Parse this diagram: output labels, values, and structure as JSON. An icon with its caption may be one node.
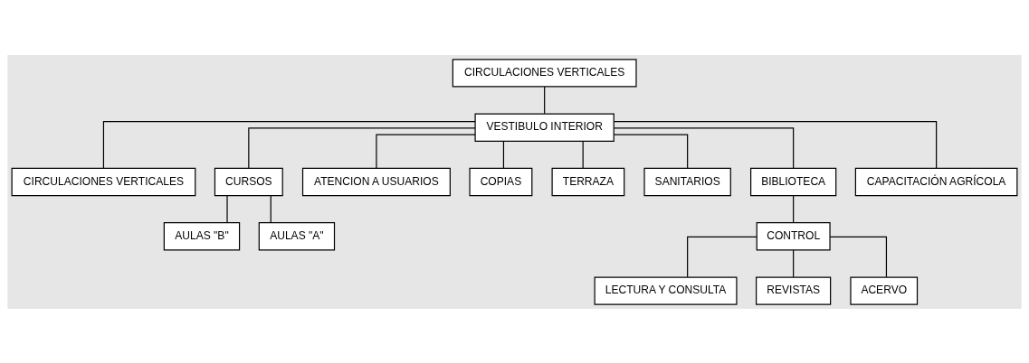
{
  "diagram": {
    "nodes": [
      {
        "text": [
          "CIRCULACIONES VERTICALES"
        ]
      },
      {
        "text": [
          "VESTIBULO INTERIOR"
        ]
      },
      {
        "text": [
          "CIRCULACIONES VERTICALES"
        ]
      },
      {
        "text": [
          "CURSOS"
        ]
      },
      {
        "text": [
          "ATENCION A USUARIOS"
        ]
      },
      {
        "text": [
          "COPIAS"
        ]
      },
      {
        "text": [
          "TERRAZA"
        ]
      },
      {
        "text": [
          "SANITARIOS"
        ]
      },
      {
        "text": [
          "BIBLIOTECA"
        ]
      },
      {
        "text": [
          "CAPACITACIÓN AGRÍCOLA"
        ]
      },
      {
        "text": [
          "AULAS \"B\""
        ]
      },
      {
        "text": [
          "AULAS \"A\""
        ]
      },
      {
        "text": [
          "CONTROL"
        ]
      },
      {
        "text": [
          "LECTURA Y CONSULTA"
        ]
      },
      {
        "text": [
          "REVISTAS"
        ]
      },
      {
        "text": [
          "ACERVO"
        ]
      }
    ],
    "edges": [
      {
        "from": 0,
        "to": 1,
        "arrow": "none"
      },
      {
        "from": 1,
        "to": 2,
        "arrow": "none"
      },
      {
        "from": 1,
        "to": 3,
        "arrow": "none"
      },
      {
        "from": 1,
        "to": 4,
        "arrow": "none"
      },
      {
        "from": 1,
        "to": 5,
        "arrow": "none"
      },
      {
        "from": 1,
        "to": 6,
        "arrow": "none"
      },
      {
        "from": 1,
        "to": 7,
        "arrow": "none"
      },
      {
        "from": 1,
        "to": 8,
        "arrow": "none"
      },
      {
        "from": 1,
        "to": 9,
        "arrow": "none"
      },
      {
        "from": 3,
        "to": 10,
        "arrow": "none"
      },
      {
        "from": 3,
        "to": 11,
        "arrow": "none"
      },
      {
        "from": 8,
        "to": 12,
        "arrow": "none"
      },
      {
        "from": 12,
        "to": 13,
        "arrow": "none"
      },
      {
        "from": 12,
        "to": 14,
        "arrow": "none"
      },
      {
        "from": 12,
        "to": 15,
        "arrow": "none"
      }
    ]
  }
}
